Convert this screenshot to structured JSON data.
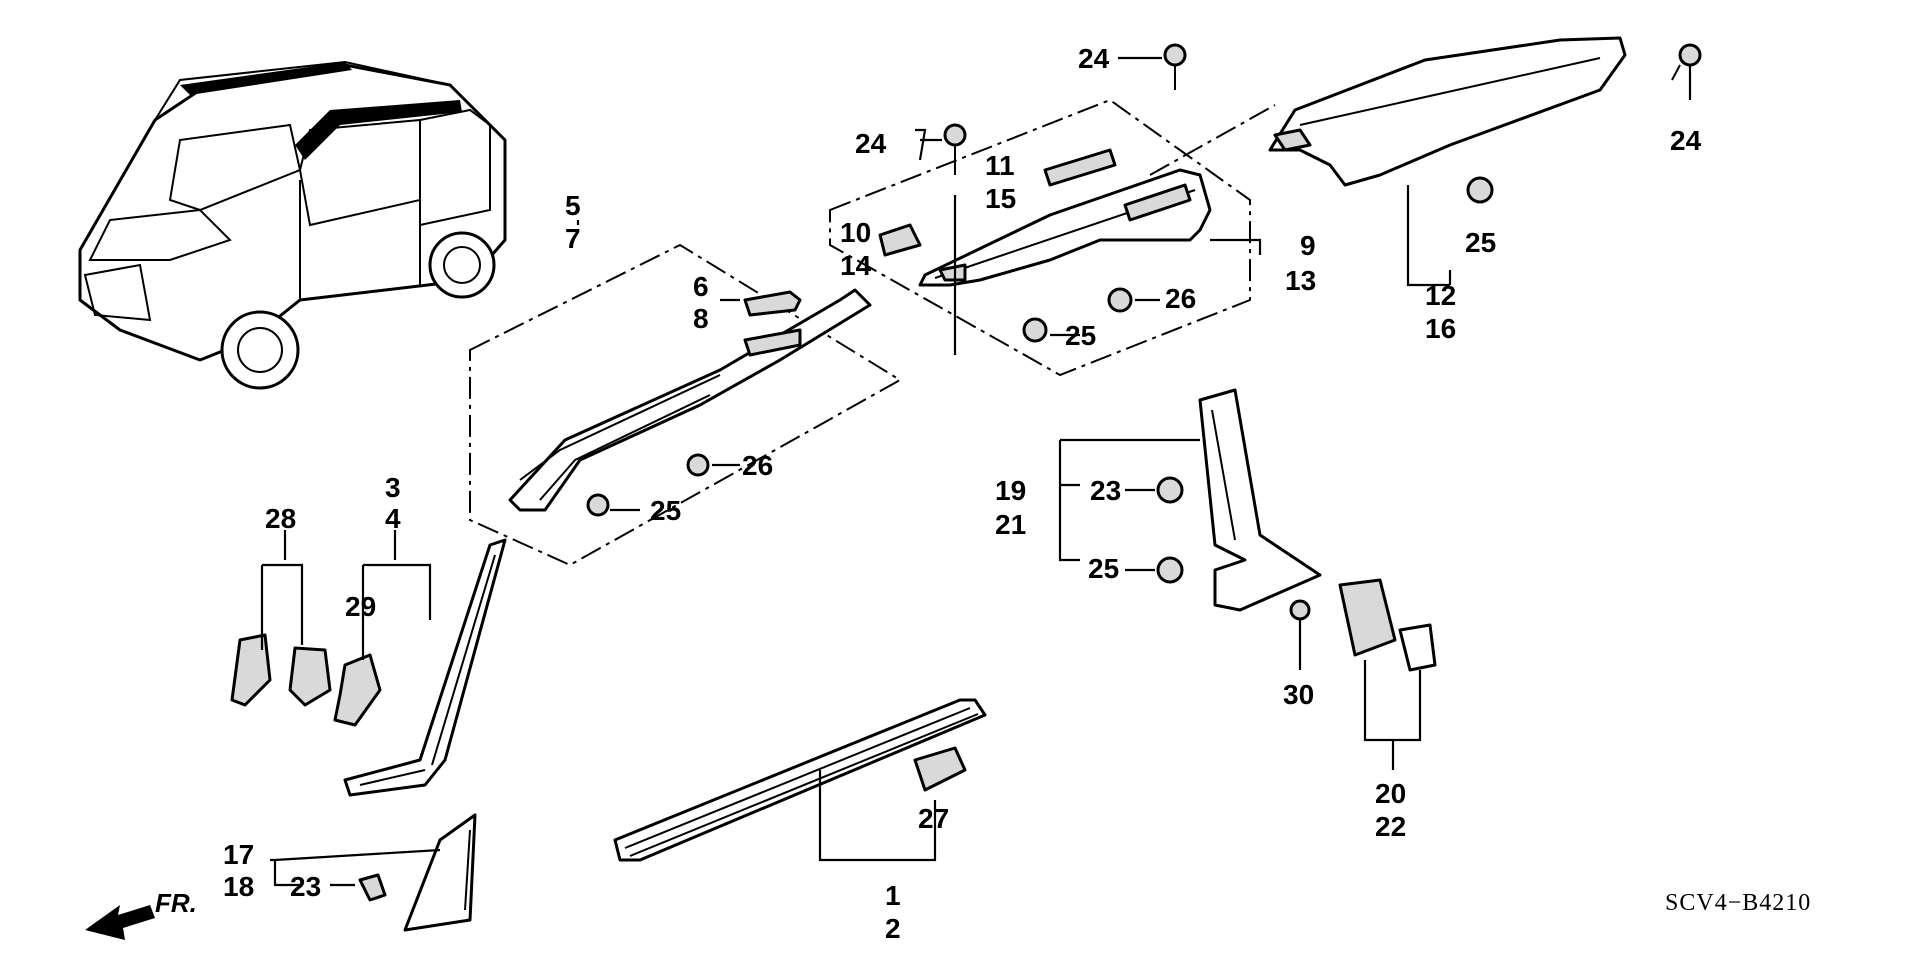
{
  "diagram_code": "SCV4−B4210",
  "direction_label": "FR.",
  "callouts": {
    "c1": "1",
    "c2": "2",
    "c3": "3",
    "c4": "4",
    "c5": "5",
    "c7": "7",
    "c6": "6",
    "c8": "8",
    "c9": "9",
    "c13": "13",
    "c10": "10",
    "c14": "14",
    "c11": "11",
    "c15": "15",
    "c12": "12",
    "c16": "16",
    "c17": "17",
    "c18": "18",
    "c19": "19",
    "c21": "21",
    "c20": "20",
    "c22": "22",
    "c23a": "23",
    "c23b": "23",
    "c24a": "24",
    "c24b": "24",
    "c24c": "24",
    "c25a": "25",
    "c25b": "25",
    "c25c": "25",
    "c25d": "25",
    "c26a": "26",
    "c26b": "26",
    "c27": "27",
    "c28": "28",
    "c29": "29",
    "c30": "30"
  }
}
